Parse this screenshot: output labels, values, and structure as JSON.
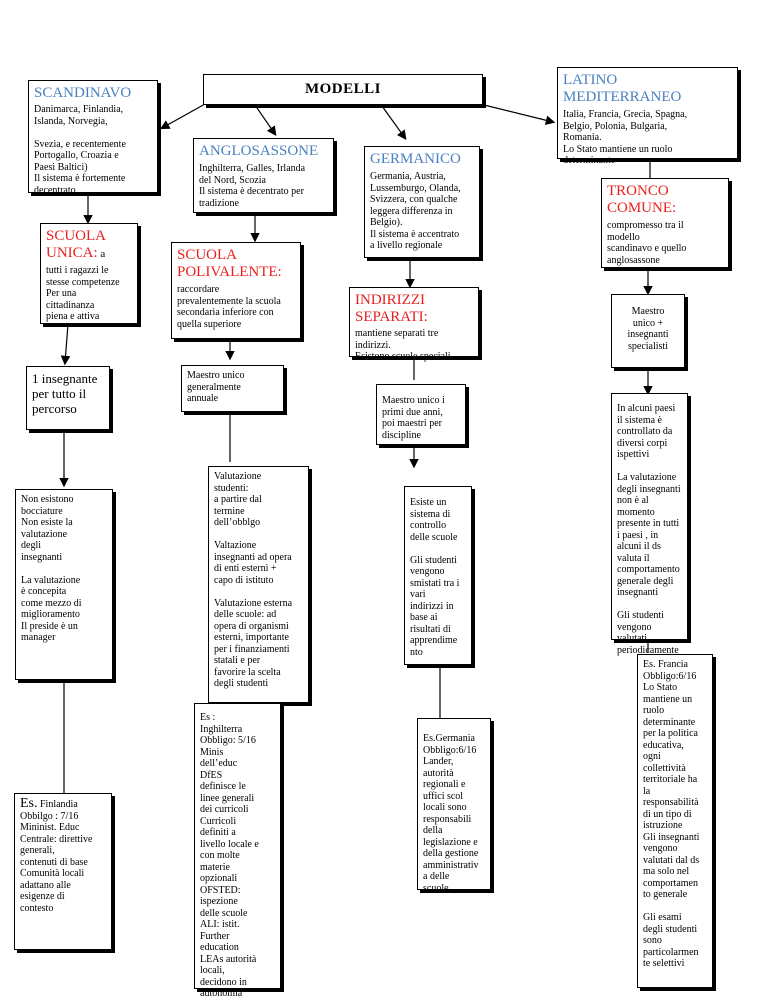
{
  "root": {
    "title": "MODELLI"
  },
  "colors": {
    "blue_heading": "#4a7fc0",
    "red_heading": "#e8211f"
  },
  "scandinavo": {
    "title": "SCANDINAVO",
    "body": "Danimarca, Finlandia,\nIslanda,  Norvegia,\n\nSvezia,  e recentemente\nPortogallo, Croazia e\nPaesi  Baltici)\nIl sistema è fortemente\ndecentrato",
    "level1_title": "SCUOLA UNICA:",
    "level1_suffix": " a",
    "level1_body": "tutti i ragazzi le\nstesse competenze\nPer una\ncittadinanza\npiena e attiva",
    "level2_body": "1 insegnante\nper tutto il\npercorso",
    "level3_body": "Non esistono\nbocciature\nNon esiste la\nvalutazione\ndegli\ninsegnanti\n\nLa valutazione\nè concepita\ncome mezzo di\nmiglioramento\nIl preside è un\nmanager",
    "example_prefix": "Es.",
    "example_body": "Finlandia\nObbilgo : 7/16\nMininist. Educ\nCentrale: direttive\ngenerali,\ncontenuti di base\nComunità locali\nadattano alle\nesigenze di\ncontesto"
  },
  "anglosassone": {
    "title": "ANGLOSASSONE",
    "body": "Inghilterra, Galles, Irlanda\ndel Nord, Scozia\nIl sistema è decentrato per\ntradizione",
    "level1_title": "SCUOLA POLIVALENTE:",
    "level1_body": "raccordare\nprevalentemente la scuola\nsecondaria inferiore con\nquella superiore",
    "level2_body": "Maestro unico\ngeneralmente\nannuale",
    "level3_body": "Valutazione\nstudenti:\na partire dal\ntermine\ndell’obblgo\n\nValtazione\ninsegnanti ad opera\ndi enti esterni +\ncapo di istituto\n\nValutazione esterna\ndelle scuole: ad\nopera di organismi\nesterni, importante\nper i finanziamenti\nstatali e per\nfavorire la scelta\ndegli studenti",
    "example_body": "Es :\nInghilterra\nObbligo: 5/16\nMinis\ndell’educ\nDfES\ndefinisce le\nlinee generali\ndei curricoli\nCurricoli\ndefiniti a\nlivello locale e\ncon molte\nmaterie\nopzionali\nOFSTED:\nispezione\ndelle scuole\nALI: istit.\nFurther\neducation\nLEAs autorità\nlocali,\ndecidono in\nautonomia"
  },
  "germanico": {
    "title": "GERMANICO",
    "body": "Germania, Austria,\nLussemburgo, Olanda,\nSvizzera, con qualche\nleggera differenza in\nBelgio).\nIl sistema è accentrato\na livello regionale",
    "level1_title": "INDIRIZZI SEPARATI:",
    "level1_body": "mantiene separati tre\nindirizzi.\nEsistono scuole speciali",
    "level2_body": "Maestro unico i\nprimi due  anni,\npoi maestri per\ndiscipline",
    "level3_body": "Esiste un\nsistema di\ncontrollo\ndelle scuole\n\nGli studenti\nvengono\nsmistati tra i\nvari\nindirizzi in\nbase ai\nrisultati di\napprendime\nnto",
    "example_body": "Es.Germania\nObbligo:6/16\nLander,\nautorità\nregionali e\nuffici scol\nlocali sono\nresponsabili\ndella\nlegislazione e\ndella gestione\namministrativ\na delle\nscuole."
  },
  "latino": {
    "title": "LATINO MEDITERRANEO",
    "body": "Italia, Francia, Grecia, Spagna,\nBelgio, Polonia, Bulgaria,\nRomania.\nLo Stato mantiene un ruolo\ndeterminante",
    "level1_title": "TRONCO COMUNE:",
    "level1_body": "compromesso tra il\nmodello\nscandinavo e quello\nanglosassone",
    "level2_body": "Maestro\nunico +\ninsegnanti\nspecialisti",
    "level3_body": "In alcuni paesi\nil sistema è\ncontrollato da\ndiversi corpi\nispettivi\n\nLa valutazione\ndegli insegnanti\nnon è al\nmomento\npresente in tutti\ni paesi , in\nalcuni il ds\nvaluta il\ncomportamento\ngenerale degli\ninsegnanti\n\nGli studenti\nvengono\nvalutati\nperiodicamente",
    "example_body": "Es. Francia\nObbligo:6/16\nLo Stato\nmantiene un\nruolo\ndeterminante\nper la politica\neducativa,\nogni\ncollettività\nterritoriale  ha\nla\nresponsabilità\ndi un tipo di\nistruzione\nGli insegnanti\nvengono\nvalutati dal ds\nma solo nel\ncomportamen\nto generale\n\nGli esami\ndegli studenti\nsono\nparticolarmen\nte selettivi"
  }
}
